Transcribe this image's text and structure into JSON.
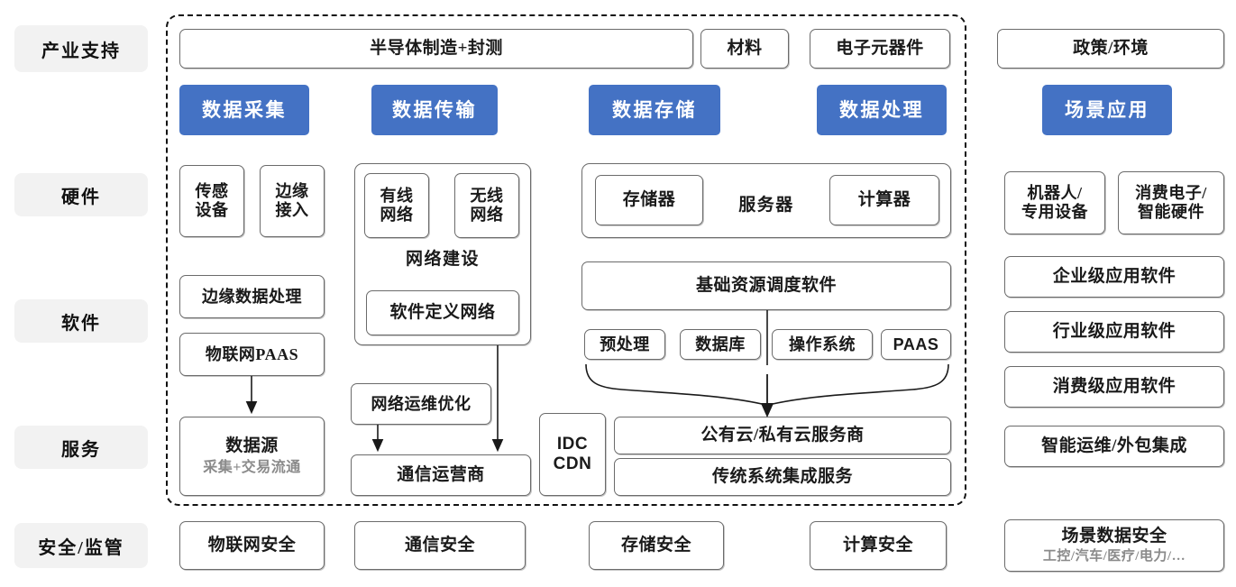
{
  "lanes": [
    {
      "label": "产业支持"
    },
    {
      "label": "硬件"
    },
    {
      "label": "软件"
    },
    {
      "label": "服务"
    },
    {
      "label": "安全/监管"
    }
  ],
  "colors": {
    "accent_blue": "#4472C4",
    "lane_bg": "#f2f2f2",
    "border": "#3f3f3f",
    "sub_text": "#8a8a8a"
  },
  "industry_support": {
    "semiconductor": "半导体制造+封测",
    "materials": "材料",
    "components": "电子元器件",
    "policy": "政策/环境"
  },
  "pillars": {
    "collect": "数据采集",
    "transmit": "数据传输",
    "store": "数据存储",
    "process": "数据处理",
    "scenario": "场景应用"
  },
  "collect_column": {
    "sensor_device": "传感\n设备",
    "sensor_device_l1": "传感",
    "sensor_device_l2": "设备",
    "edge_access_l1": "边缘",
    "edge_access_l2": "接入",
    "edge_data_processing": "边缘数据处理",
    "iot_paas": "物联网PAAS",
    "data_source_title": "数据源",
    "data_source_sub": "采集+交易流通"
  },
  "transmit_column": {
    "wired_l1": "有线",
    "wired_l2": "网络",
    "wireless_l1": "无线",
    "wireless_l2": "网络",
    "network_construction": "网络建设",
    "sdn": "软件定义网络",
    "network_ops": "网络运维优化",
    "telecom_operator": "通信运营商"
  },
  "store_process_column": {
    "server_group_label": "服务器",
    "storage": "存储器",
    "compute": "计算器",
    "resource_scheduling": "基础资源调度软件",
    "preprocess": "预处理",
    "database": "数据库",
    "operating_system": "操作系统",
    "paas": "PAAS",
    "idc_l1": "IDC",
    "idc_l2": "CDN",
    "cloud_provider": "公有云/私有云服务商",
    "legacy_integration": "传统系统集成服务"
  },
  "application_column": {
    "robot_l1": "机器人/",
    "robot_l2": "专用设备",
    "consumer_l1": "消费电子/",
    "consumer_l2": "智能硬件",
    "enterprise_software": "企业级应用软件",
    "industry_software": "行业级应用软件",
    "consumer_software": "消费级应用软件",
    "smart_ops": "智能运维/外包集成"
  },
  "security_row": {
    "iot_security": "物联网安全",
    "comm_security": "通信安全",
    "storage_security": "存储安全",
    "compute_security": "计算安全",
    "scenario_security_title": "场景数据安全",
    "scenario_security_sub": "工控/汽车/医疗/电力/…"
  }
}
